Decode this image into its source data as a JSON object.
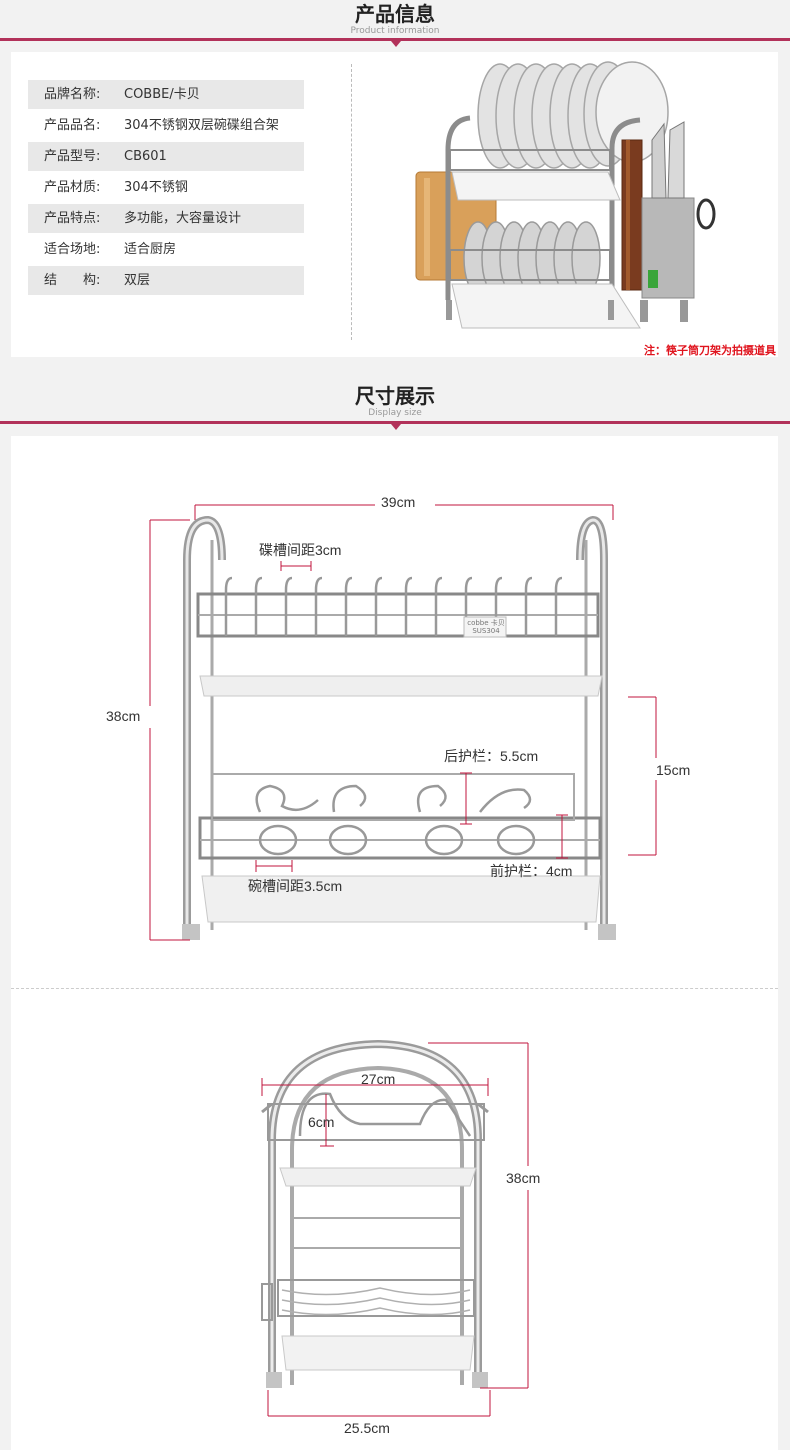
{
  "section1": {
    "title": "产品信息",
    "subtitle": "Product information"
  },
  "specs": [
    {
      "label": "品牌名称:",
      "value": "COBBE/卡贝"
    },
    {
      "label": "产品品名:",
      "value": "304不锈钢双层碗碟组合架"
    },
    {
      "label": "产品型号:",
      "value": "CB601"
    },
    {
      "label": "产品材质:",
      "value": "304不锈钢"
    },
    {
      "label": "产品特点:",
      "value": "多功能，大容量设计"
    },
    {
      "label": "适合场地:",
      "value": "适合厨房"
    },
    {
      "label": "结　　构:",
      "value": "双层"
    }
  ],
  "note": "注：筷子筒刀架为拍摄道具",
  "section2": {
    "title": "尺寸展示",
    "subtitle": "Display size"
  },
  "front_view": {
    "width": "39cm",
    "height": "38cm",
    "dish_spacing": "碟槽间距3cm",
    "rear_guard": "后护栏：5.5cm",
    "layer_gap": "15cm",
    "front_guard": "前护栏：4cm",
    "bowl_spacing": "碗槽间距3.5cm",
    "badge_brand": "cobbe 卡贝",
    "badge_model": "SUS304"
  },
  "side_view": {
    "top_width": "27cm",
    "top_depth": "6cm",
    "height": "38cm",
    "base_width": "25.5cm"
  },
  "colors": {
    "accent": "#b2325a",
    "note": "#e0141e",
    "dim_line": "#c0143c"
  }
}
